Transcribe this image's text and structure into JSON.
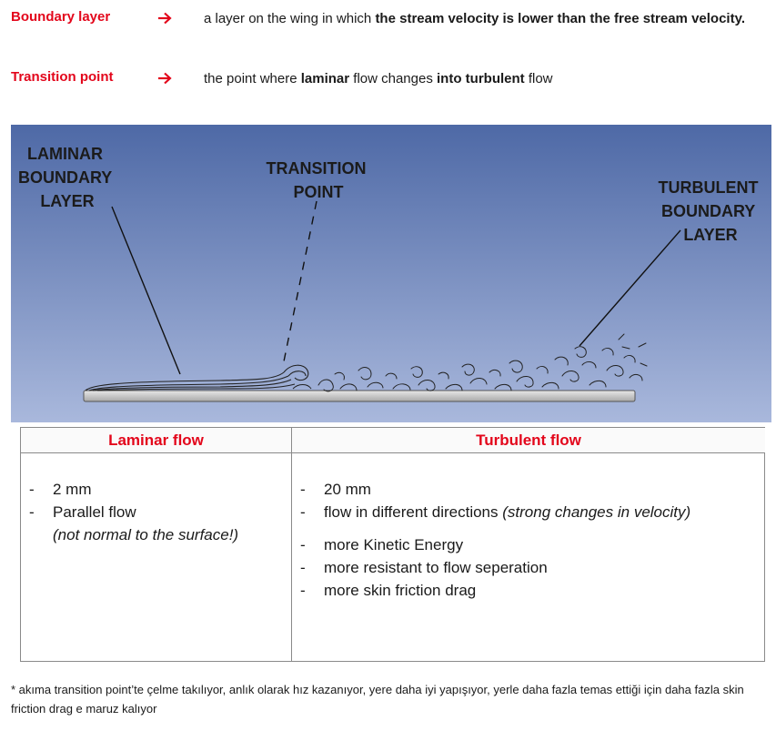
{
  "definitions": [
    {
      "term": "Boundary layer",
      "text_before": "a layer on the wing in which ",
      "text_bold": "the stream velocity is lower than the free stream velocity.",
      "text_after": ""
    },
    {
      "term": "Transition point",
      "text_1": "the point where ",
      "bold_1": "laminar",
      "text_2": " flow changes ",
      "bold_2": "into turbulent",
      "text_3": " flow"
    }
  ],
  "diagram": {
    "laminar_label": [
      "LAMINAR",
      "BOUNDARY",
      "LAYER"
    ],
    "transition_label": [
      "TRANSITION",
      "POINT"
    ],
    "turbulent_label": [
      "TURBULENT",
      "BOUNDARY",
      "LAYER"
    ],
    "colors": {
      "sky_top": "#4e69a6",
      "sky_bottom": "#a9b8dc",
      "plate": "#c8c8c8"
    }
  },
  "table": {
    "laminar": {
      "header": "Laminar flow",
      "items": [
        "2 mm",
        "Parallel flow"
      ],
      "note": "(not normal to the surface!)"
    },
    "turbulent": {
      "header": "Turbulent flow",
      "item1": "20 mm",
      "item2_text": "flow in different directions ",
      "item2_italic": "(strong changes in velocity)",
      "items_more": [
        "more Kinetic Energy",
        "more resistant to flow seperation",
        "more skin friction drag"
      ]
    },
    "dash": "-"
  },
  "footnote": "* akıma transition point’te çelme takılıyor, anlık olarak hız kazanıyor, yere daha iyi yapışıyor, yerle daha fazla temas ettiği için daha fazla skin friction drag e maruz kalıyor",
  "colors": {
    "accent_red": "#e3061b",
    "border": "#8a8a8a"
  },
  "icons": {
    "definition_arrow": "right-arrow-icon"
  }
}
